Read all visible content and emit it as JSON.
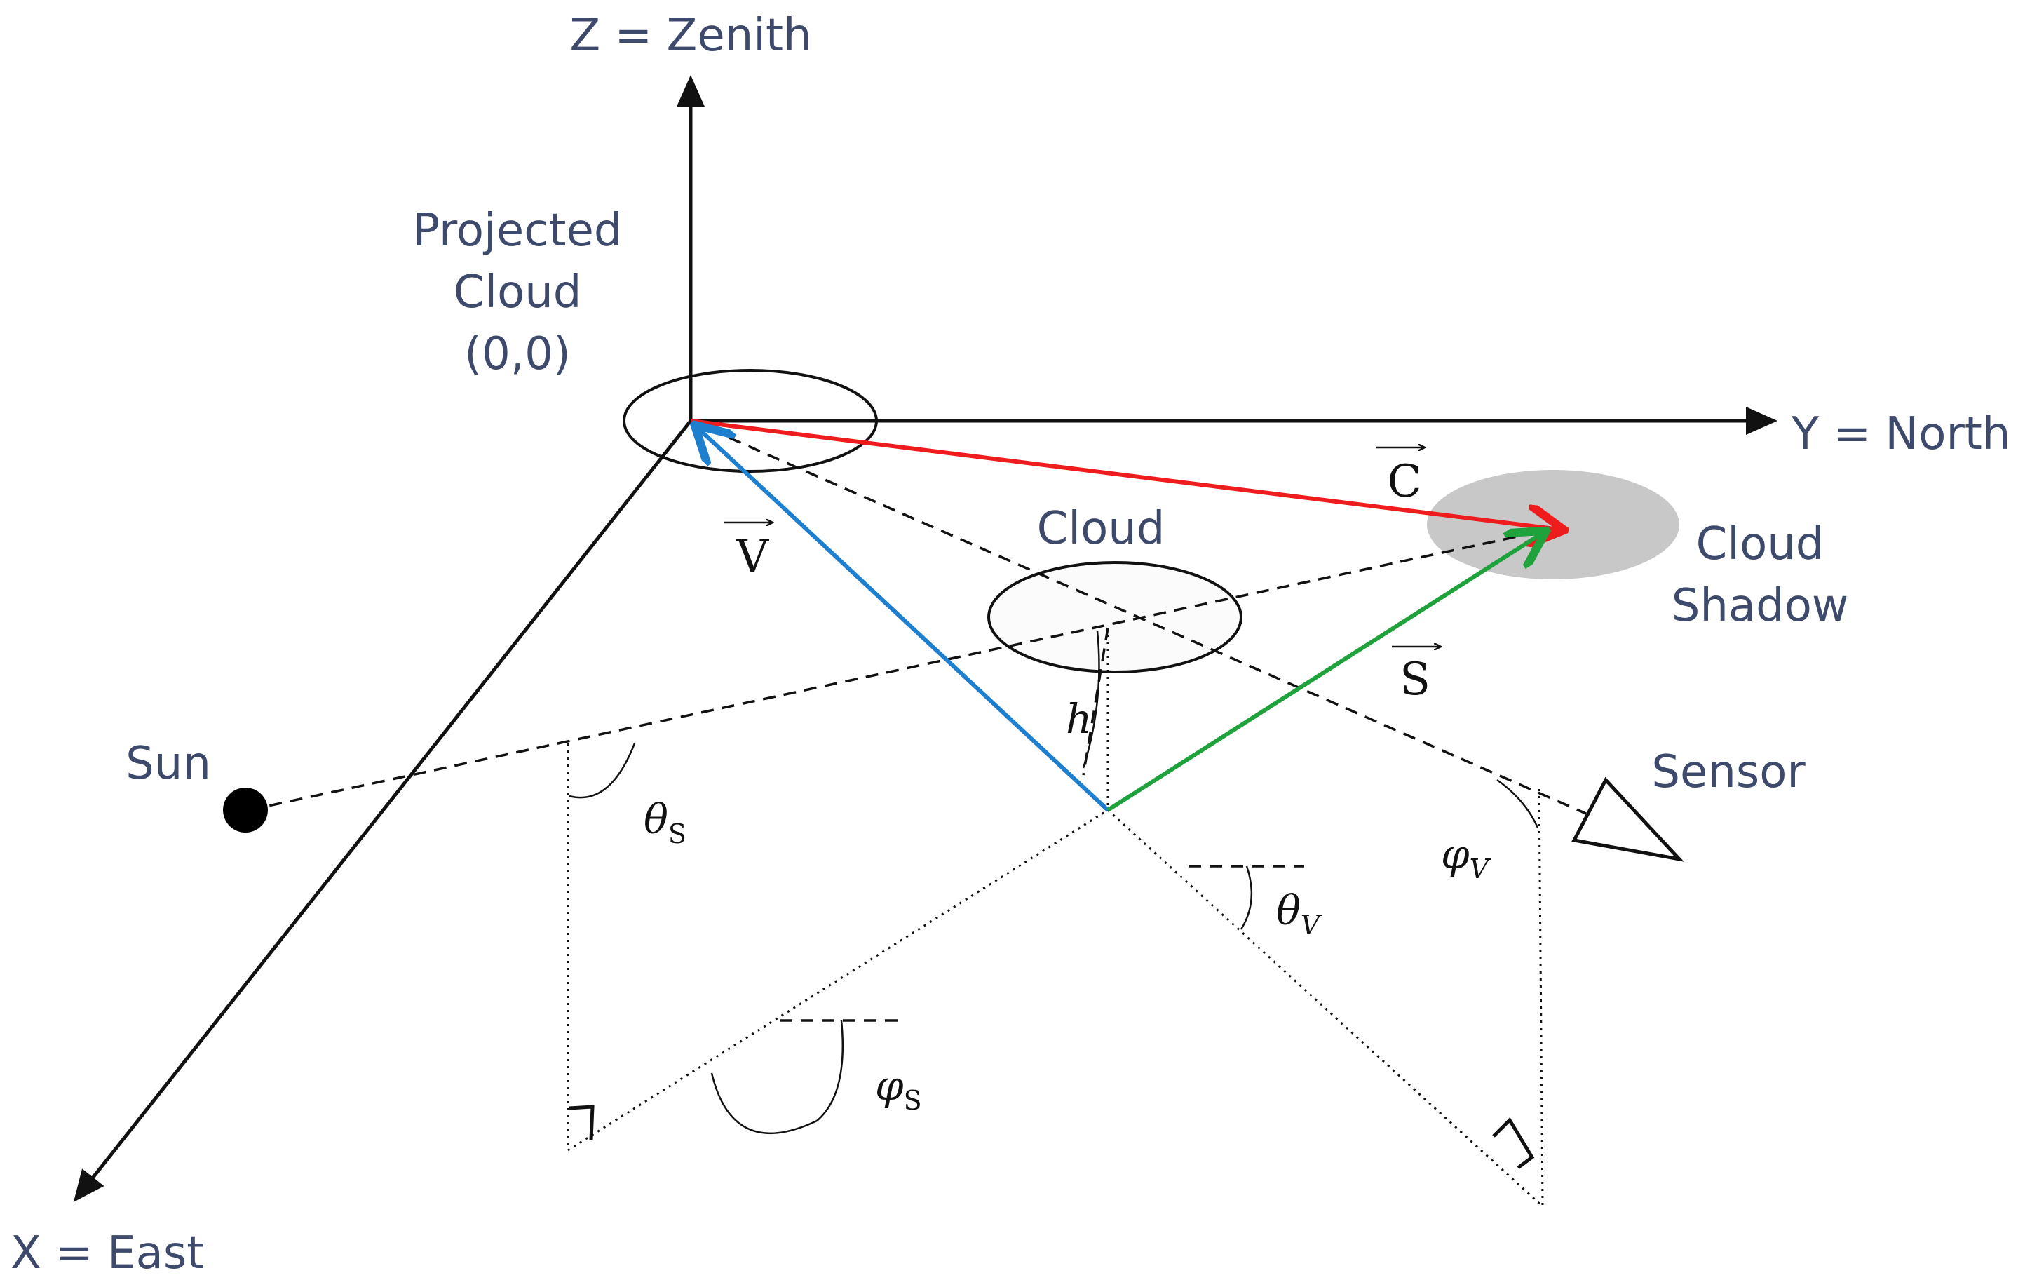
{
  "labels": {
    "z_axis": "Z = Zenith",
    "y_axis": "Y = North",
    "x_axis": "X = East",
    "projected_cloud": [
      "Projected",
      "Cloud",
      "(0,0)"
    ],
    "cloud": "Cloud",
    "cloud_shadow": [
      "Cloud",
      "Shadow"
    ],
    "sun": "Sun",
    "sensor": "Sensor"
  },
  "vectors": {
    "c": "C",
    "v": "V",
    "s": "S"
  },
  "angles": {
    "theta": "θ",
    "phi": "φ",
    "sub_s": "S",
    "sub_v": "V",
    "h": "h"
  },
  "colors": {
    "vector_c": "#ee1c1c",
    "vector_v": "#1f7fcf",
    "vector_s": "#1fa13c",
    "shadow_fill": "#c8c8c8",
    "label_text": "#3d4a6b"
  }
}
